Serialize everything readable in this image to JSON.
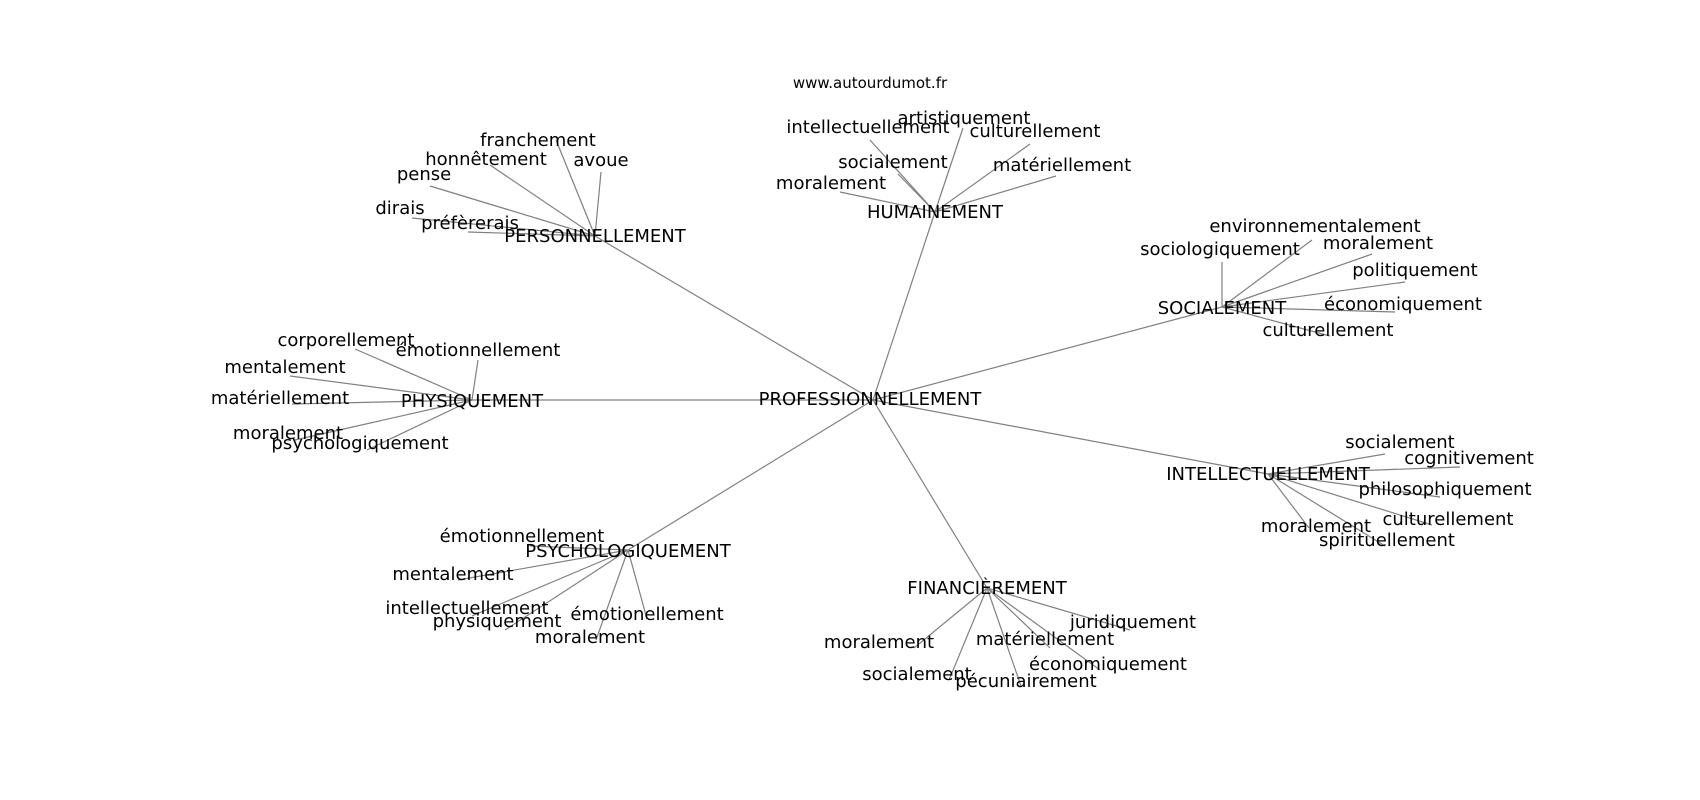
{
  "site": "www.autourdumot.fr",
  "root": "PROFESSIONNELLEMENT",
  "hubs": [
    {
      "id": "personnellement",
      "label": "PERSONNELLEMENT",
      "leaves": [
        "franchement",
        "honnêtement",
        "avoue",
        "pense",
        "dirais",
        "préfèrerais"
      ]
    },
    {
      "id": "humainement",
      "label": "HUMAINEMENT",
      "leaves": [
        "artistiquement",
        "intellectuellement",
        "culturellement",
        "socialement",
        "matériellement",
        "moralement"
      ]
    },
    {
      "id": "socialement",
      "label": "SOCIALEMENT",
      "leaves": [
        "environnementalement",
        "sociologiquement",
        "moralement",
        "politiquement",
        "économiquement",
        "culturellement"
      ]
    },
    {
      "id": "physiquement",
      "label": "PHYSIQUEMENT",
      "leaves": [
        "corporellement",
        "émotionnellement",
        "mentalement",
        "matériellement",
        "moralement",
        "psychologiquement"
      ]
    },
    {
      "id": "intellectuellement",
      "label": "INTELLECTUELLEMENT",
      "leaves": [
        "socialement",
        "cognitivement",
        "philosophiquement",
        "culturellement",
        "moralement",
        "spirituellement"
      ]
    },
    {
      "id": "psychologiquement",
      "label": "PSYCHOLOGIQUEMENT",
      "leaves": [
        "émotionnellement",
        "mentalement",
        "intellectuellement",
        "physiquement",
        "émotionellement",
        "moralement"
      ]
    },
    {
      "id": "financierement",
      "label": "FINANCIÈREMENT",
      "leaves": [
        "juridiquement",
        "moralement",
        "matériellement",
        "économiquement",
        "socialement",
        "pécuniairement"
      ]
    }
  ]
}
